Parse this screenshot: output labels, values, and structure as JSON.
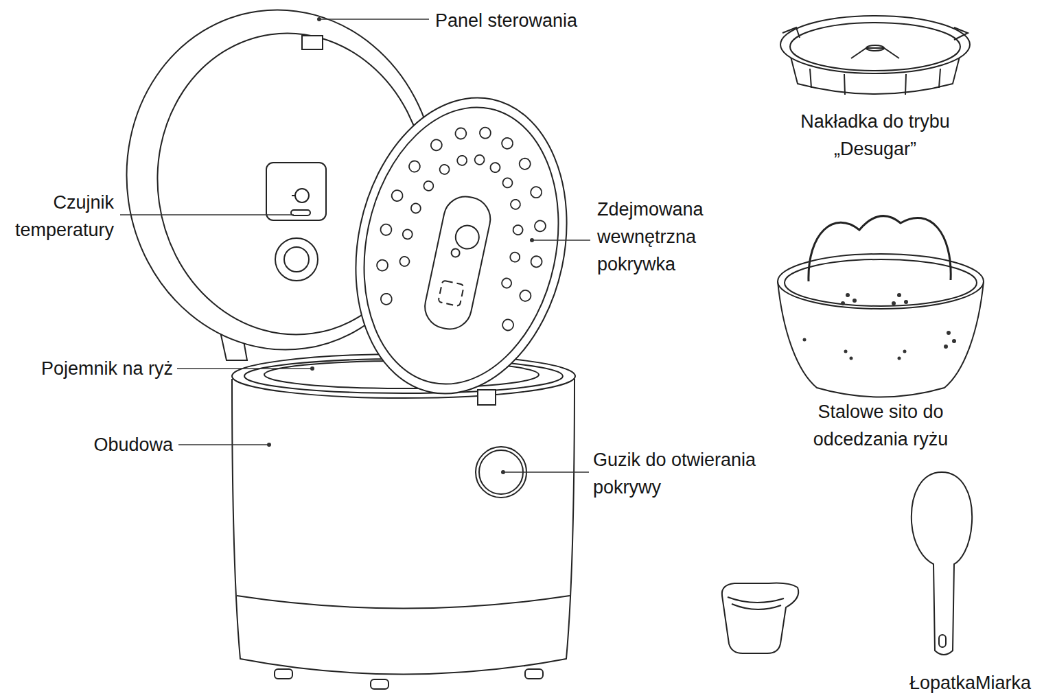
{
  "diagram": {
    "labels": [
      "Panel sterowania",
      "Czujnik temperatury",
      "Zdejmowana wewnętrzna pokrywka",
      "Pojemnik na ryż",
      "Obudowa",
      "Guzik do otwierania pokrywy",
      "Nakładka do trybu „Desugar”",
      "Stalowe sito do odcedzania ryżu",
      "ŁopatkaMiarka"
    ]
  }
}
